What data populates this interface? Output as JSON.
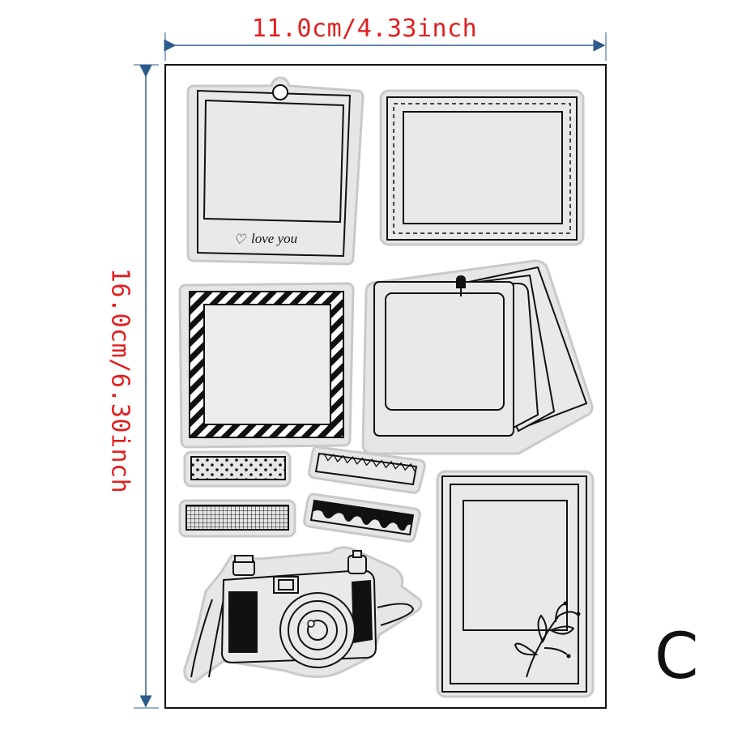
{
  "dimensions": {
    "width_label": "11.0cm/4.33inch",
    "height_label": "16.0cm/6.30inch"
  },
  "stamp_caption": "love you",
  "set_letter": "C",
  "colors": {
    "dimension_text": "#e02020",
    "dimension_arrows": "#2e5b8c",
    "ink": "#111111",
    "stamp_background": "#e6e6e6"
  }
}
